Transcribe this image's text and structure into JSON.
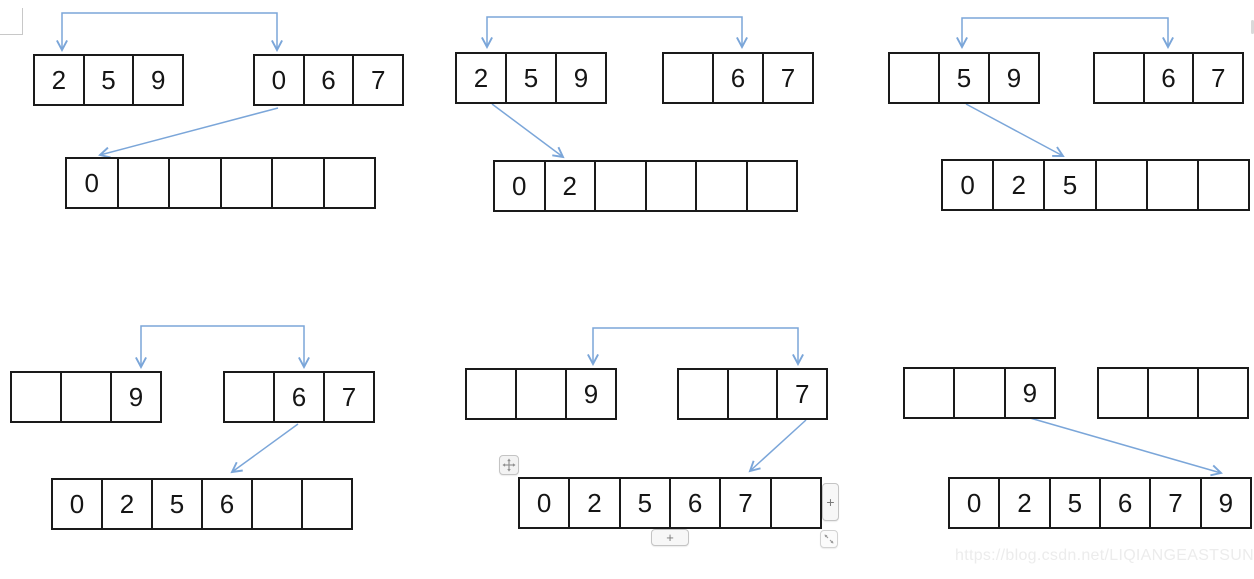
{
  "title": "merge-sort-merge-steps-diagram",
  "colors": {
    "arrow": "#7ba6d9",
    "box_border": "#1a1a1a",
    "watermark_text": "#ececec",
    "handle_border": "#c4c4c4"
  },
  "panels": [
    {
      "name": "step-1",
      "left": [
        "2",
        "5",
        "9"
      ],
      "right": [
        "0",
        "6",
        "7"
      ],
      "merged": [
        "0",
        "",
        "",
        "",
        "",
        ""
      ]
    },
    {
      "name": "step-2",
      "left": [
        "2",
        "5",
        "9"
      ],
      "right": [
        "",
        "6",
        "7"
      ],
      "merged": [
        "0",
        "2",
        "",
        "",
        "",
        ""
      ]
    },
    {
      "name": "step-3",
      "left": [
        "",
        "5",
        "9"
      ],
      "right": [
        "",
        "6",
        "7"
      ],
      "merged": [
        "0",
        "2",
        "5",
        "",
        "",
        ""
      ]
    },
    {
      "name": "step-4",
      "left": [
        "",
        "",
        "9"
      ],
      "right": [
        "",
        "6",
        "7"
      ],
      "merged": [
        "0",
        "2",
        "5",
        "6",
        "",
        ""
      ]
    },
    {
      "name": "step-5",
      "left": [
        "",
        "",
        "9"
      ],
      "right": [
        "",
        "",
        "7"
      ],
      "merged": [
        "0",
        "2",
        "5",
        "6",
        "7",
        ""
      ]
    },
    {
      "name": "step-6",
      "left": [
        "",
        "",
        "9"
      ],
      "right": [
        "",
        "",
        ""
      ],
      "merged": [
        "0",
        "2",
        "5",
        "6",
        "7",
        "9"
      ]
    }
  ],
  "table_controls": {
    "add_column_label": "+",
    "add_row_label": "+",
    "move_icon": "move-cross-arrows",
    "resize_icon": "diagonal-resize-arrows"
  },
  "watermark": {
    "text": "https://blog.csdn.net/LIQIANGEASTSUN"
  }
}
